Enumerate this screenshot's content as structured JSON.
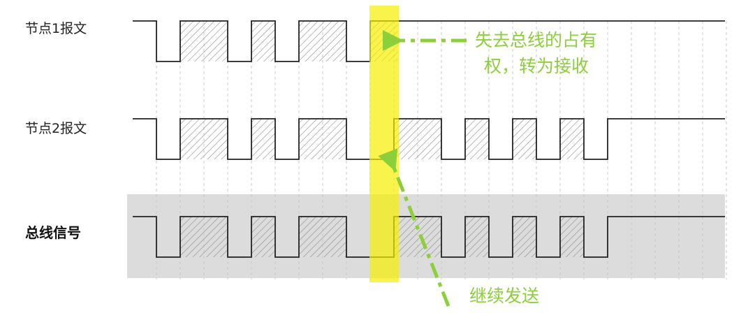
{
  "diagram": {
    "rows": [
      {
        "label": "节点1报文",
        "bold": false
      },
      {
        "label": "节点2报文",
        "bold": false
      },
      {
        "label": "总线信号",
        "bold": true
      }
    ],
    "annotations": {
      "lose_bus_line1": "失去总线的占有",
      "lose_bus_line2": "权，转为接收",
      "continue_send": "继续发送"
    },
    "colors": {
      "signal": "#222222",
      "hatch": "#888888",
      "grid": "#c8c8c8",
      "bus_band": "#dcdcdc",
      "highlight": "#f5f000",
      "annotation": "#8ccf3a"
    }
  }
}
